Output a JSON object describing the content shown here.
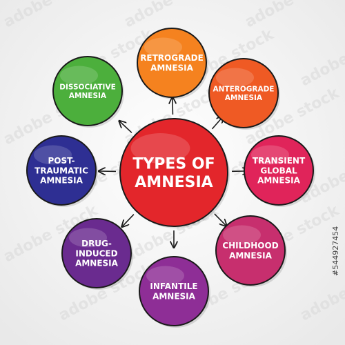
{
  "center": {
    "label_lines": [
      "TYPES OF",
      "AMNESIA"
    ],
    "color": "#e3262b"
  },
  "nodes": [
    {
      "label_lines": [
        "RETROGRADE",
        "AMNESIA"
      ],
      "color": "#f5821f"
    },
    {
      "label_lines": [
        "ANTEROGRADE",
        "AMNESIA"
      ],
      "color": "#ef5a24"
    },
    {
      "label_lines": [
        "TRANSIENT",
        "GLOBAL",
        "AMNESIA"
      ],
      "color": "#e0245a"
    },
    {
      "label_lines": [
        "CHILDHOOD",
        "AMNESIA"
      ],
      "color": "#c72f6e"
    },
    {
      "label_lines": [
        "INFANTILE",
        "AMNESIA"
      ],
      "color": "#8e2e96"
    },
    {
      "label_lines": [
        "DRUG-",
        "INDUCED",
        "AMNESIA"
      ],
      "color": "#6a2b8f"
    },
    {
      "label_lines": [
        "POST-",
        "TRAUMATIC",
        "AMNESIA"
      ],
      "color": "#2e2f93"
    },
    {
      "label_lines": [
        "DISSOCIATIVE",
        "AMNESIA"
      ],
      "color": "#4caf3c"
    }
  ],
  "watermark": {
    "brand": "adobe stock",
    "id": "#544927454"
  }
}
